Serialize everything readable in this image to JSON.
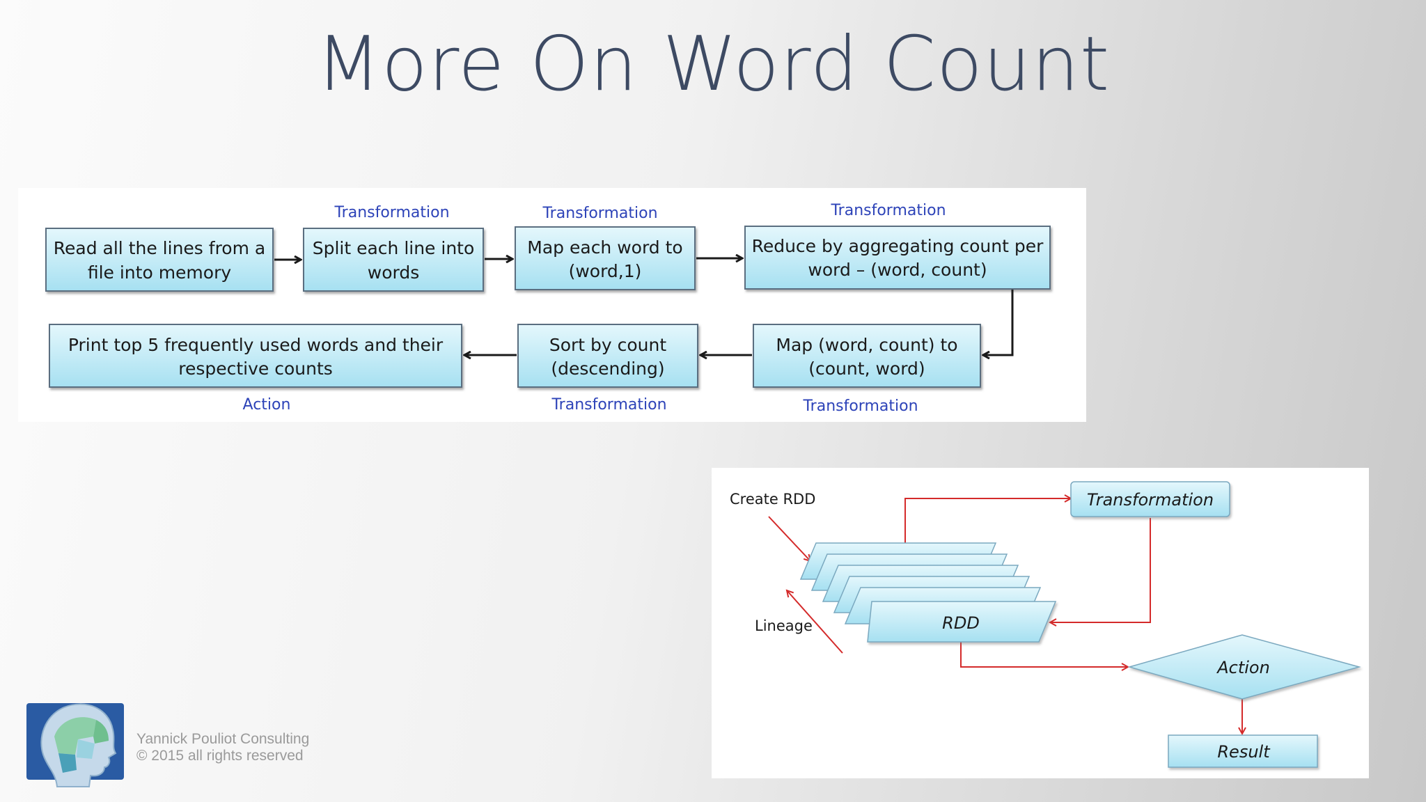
{
  "slide": {
    "title": "More On Word Count",
    "footer": {
      "company": "Yannick Pouliot Consulting",
      "copyright": "© 2015 all rights reserved"
    }
  },
  "flow": {
    "steps": [
      {
        "id": "read",
        "lines": [
          "Read all the lines from a",
          "file into memory"
        ],
        "label": ""
      },
      {
        "id": "split",
        "lines": [
          "Split each line into",
          "words"
        ],
        "label": "Transformation"
      },
      {
        "id": "map1",
        "lines": [
          "Map each word to",
          "(word,1)"
        ],
        "label": "Transformation"
      },
      {
        "id": "reduce",
        "lines": [
          "Reduce by aggregating count per",
          "word – (word, count)"
        ],
        "label": "Transformation"
      },
      {
        "id": "map2",
        "lines": [
          "Map (word, count) to",
          "(count, word)"
        ],
        "label": "Transformation"
      },
      {
        "id": "sort",
        "lines": [
          "Sort by count",
          "(descending)"
        ],
        "label": "Transformation"
      },
      {
        "id": "print",
        "lines": [
          "Print top 5 frequently used words and their",
          "respective counts"
        ],
        "label": "Action"
      }
    ]
  },
  "lineage": {
    "create_label": "Create RDD",
    "lineage_label": "Lineage",
    "rdd_label": "RDD",
    "transformation_label": "Transformation",
    "action_label": "Action",
    "result_label": "Result"
  },
  "colors": {
    "box_fill_top": "#e4f7fc",
    "box_fill_bottom": "#a6e0f1",
    "label_blue": "#2d43b8",
    "arrow_red": "#d42a2a",
    "title": "#3d4a63"
  }
}
